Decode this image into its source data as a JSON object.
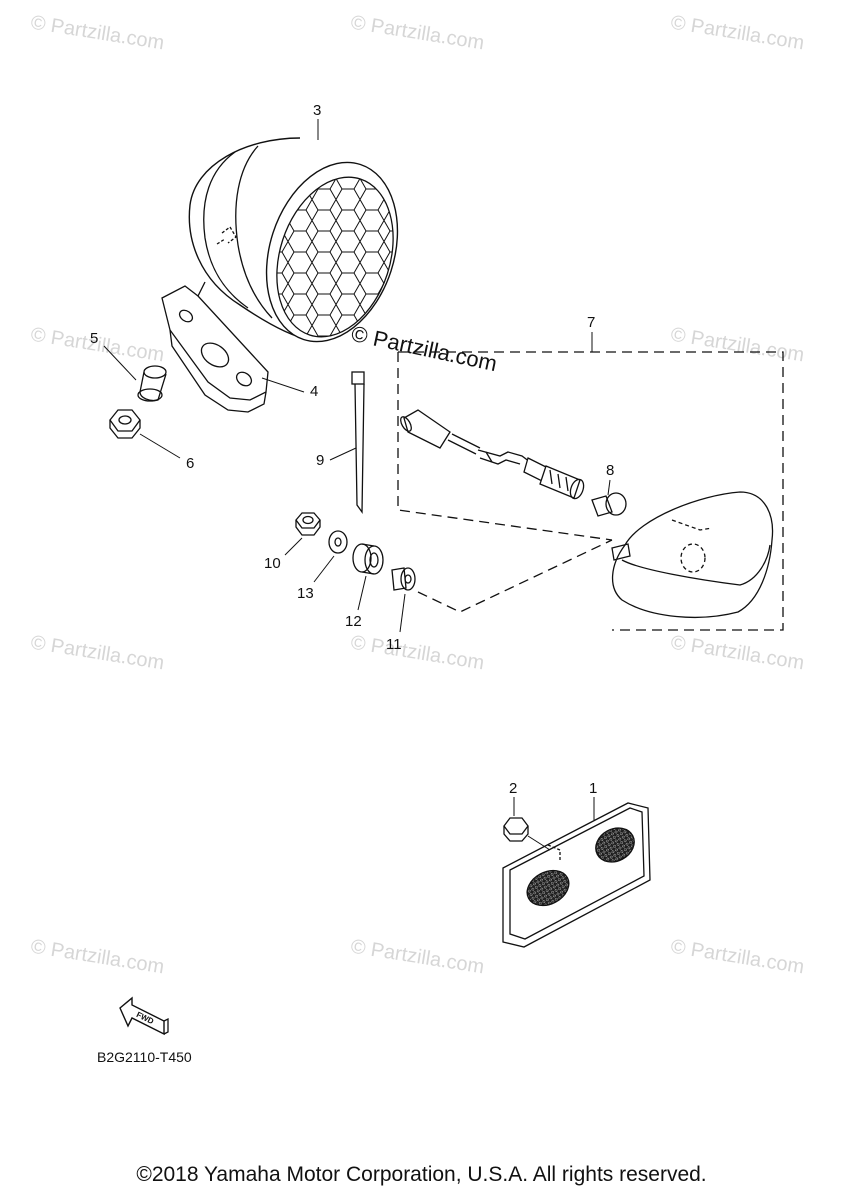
{
  "watermark": "© Partzilla.com",
  "center_watermark": "© Partzilla.com",
  "callouts": {
    "c1": "1",
    "c2": "2",
    "c3": "3",
    "c4": "4",
    "c5": "5",
    "c6": "6",
    "c7": "7",
    "c8": "8",
    "c9": "9",
    "c10": "10",
    "c11": "11",
    "c12": "12",
    "c13": "13"
  },
  "fwd_label": "FWD",
  "diagram_code": "B2G2110-T450",
  "copyright": "©2018 Yamaha Motor Corporation, U.S.A. All rights reserved."
}
